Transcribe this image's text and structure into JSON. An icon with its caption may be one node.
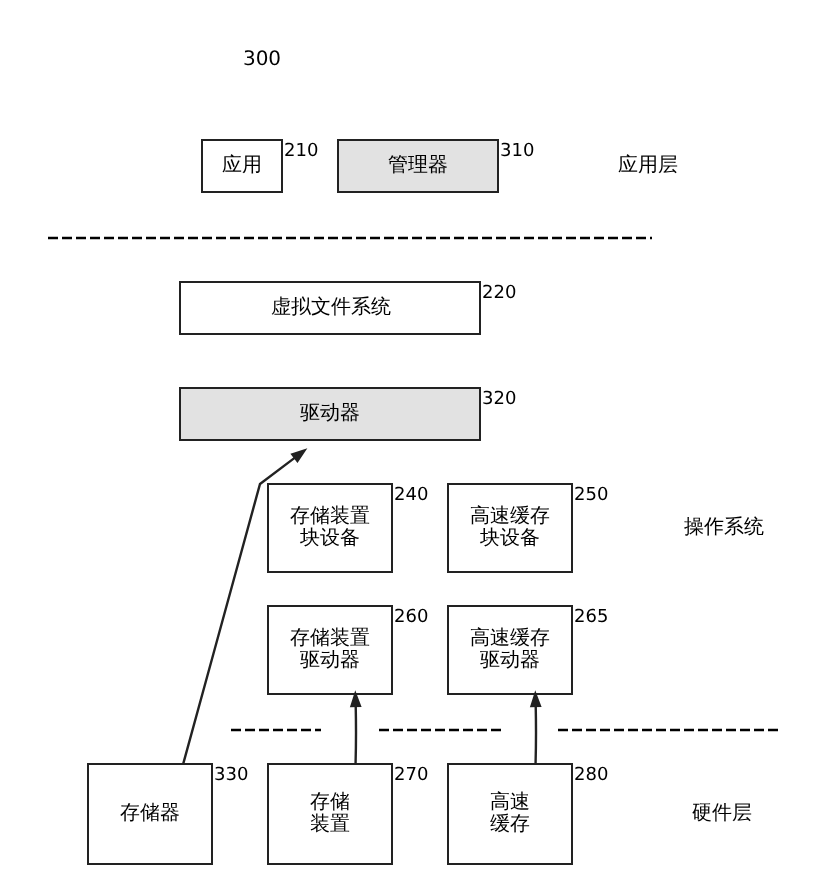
{
  "diagram": {
    "nodes": [
      {
        "text": [
          "应用"
        ],
        "beside": [
          "210"
        ]
      },
      {
        "text": [
          "管理器"
        ],
        "beside": [
          "310"
        ]
      },
      {
        "text": [
          "虚拟文件系统"
        ],
        "beside": [
          "220"
        ]
      },
      {
        "text": [
          "驱动器"
        ],
        "beside": [
          "320"
        ]
      },
      {
        "text": [
          "存储装置块设备"
        ],
        "beside": [
          "240"
        ]
      },
      {
        "text": [
          "高速缓存块设备"
        ],
        "beside": [
          "250"
        ]
      },
      {
        "text": [
          "存储装置驱动器"
        ],
        "beside": [
          "260"
        ]
      },
      {
        "text": [
          "高速缓存驱动器"
        ],
        "beside": [
          "265"
        ]
      },
      {
        "text": [
          "存储器"
        ],
        "beside": [
          "330"
        ]
      },
      {
        "text": [
          "存储装置"
        ],
        "beside": [
          "270"
        ]
      },
      {
        "text": [
          "高速缓存"
        ],
        "beside": [
          "280"
        ]
      }
    ],
    "edges": [
      {
        "from": 8,
        "to": 3,
        "arrow": "to"
      },
      {
        "from": 9,
        "to": 6,
        "arrow": "to"
      },
      {
        "from": 10,
        "to": 7,
        "arrow": "to"
      }
    ],
    "labels": [
      "300",
      "应用层",
      "操作系统",
      "硬件层"
    ]
  }
}
